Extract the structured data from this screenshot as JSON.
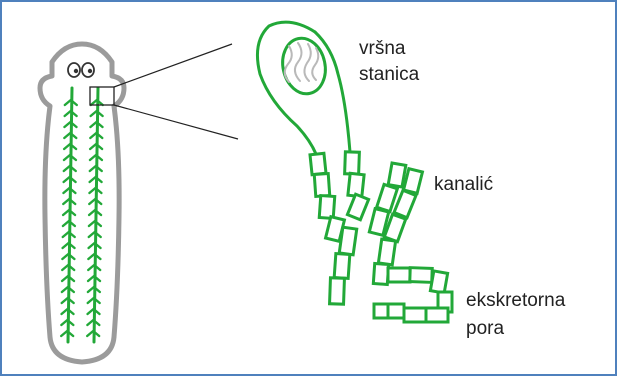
{
  "labels": {
    "flame_cell_line1": "vršna",
    "flame_cell_line2": "stanica",
    "canal": "kanalić",
    "pore_line1": "ekskretorna",
    "pore_line2": "pora"
  },
  "colors": {
    "frame_border": "#4f81bd",
    "body_outline": "#9b9b9b",
    "canal_green": "#22a838",
    "flame_gray": "#b9b9b9",
    "leader_line": "#222222"
  }
}
